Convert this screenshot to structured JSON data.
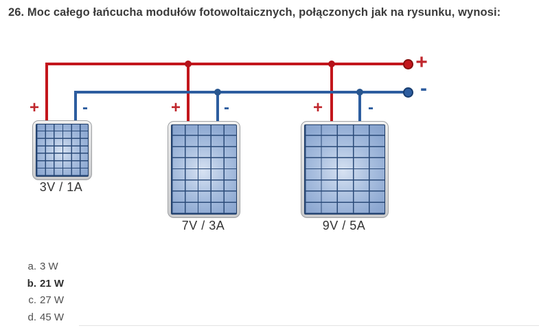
{
  "question": {
    "title": "26. Moc całego łańcucha modułów fotowoltaicznych, połączonych jak na rysunku, wynosi:"
  },
  "diagram": {
    "positive_terminal_label": "+",
    "negative_terminal_label": "-",
    "panels": [
      {
        "label": "3V / 1A",
        "plus_label": "+",
        "minus_label": "-"
      },
      {
        "label": "7V / 3A",
        "plus_label": "+",
        "minus_label": "-"
      },
      {
        "label": "9V / 5A",
        "plus_label": "+",
        "minus_label": "-"
      }
    ],
    "colors": {
      "positive_wire": "#c3161c",
      "negative_wire": "#2d5d9f",
      "panel_cell_fill": "#9db8dc",
      "panel_grid_line": "#2a4a78",
      "panel_frame": "#d8d9da"
    }
  },
  "answers": [
    {
      "key": "a.",
      "text": "3 W"
    },
    {
      "key": "b.",
      "text": "21 W"
    },
    {
      "key": "c.",
      "text": "27 W"
    },
    {
      "key": "d.",
      "text": "45 W"
    }
  ]
}
